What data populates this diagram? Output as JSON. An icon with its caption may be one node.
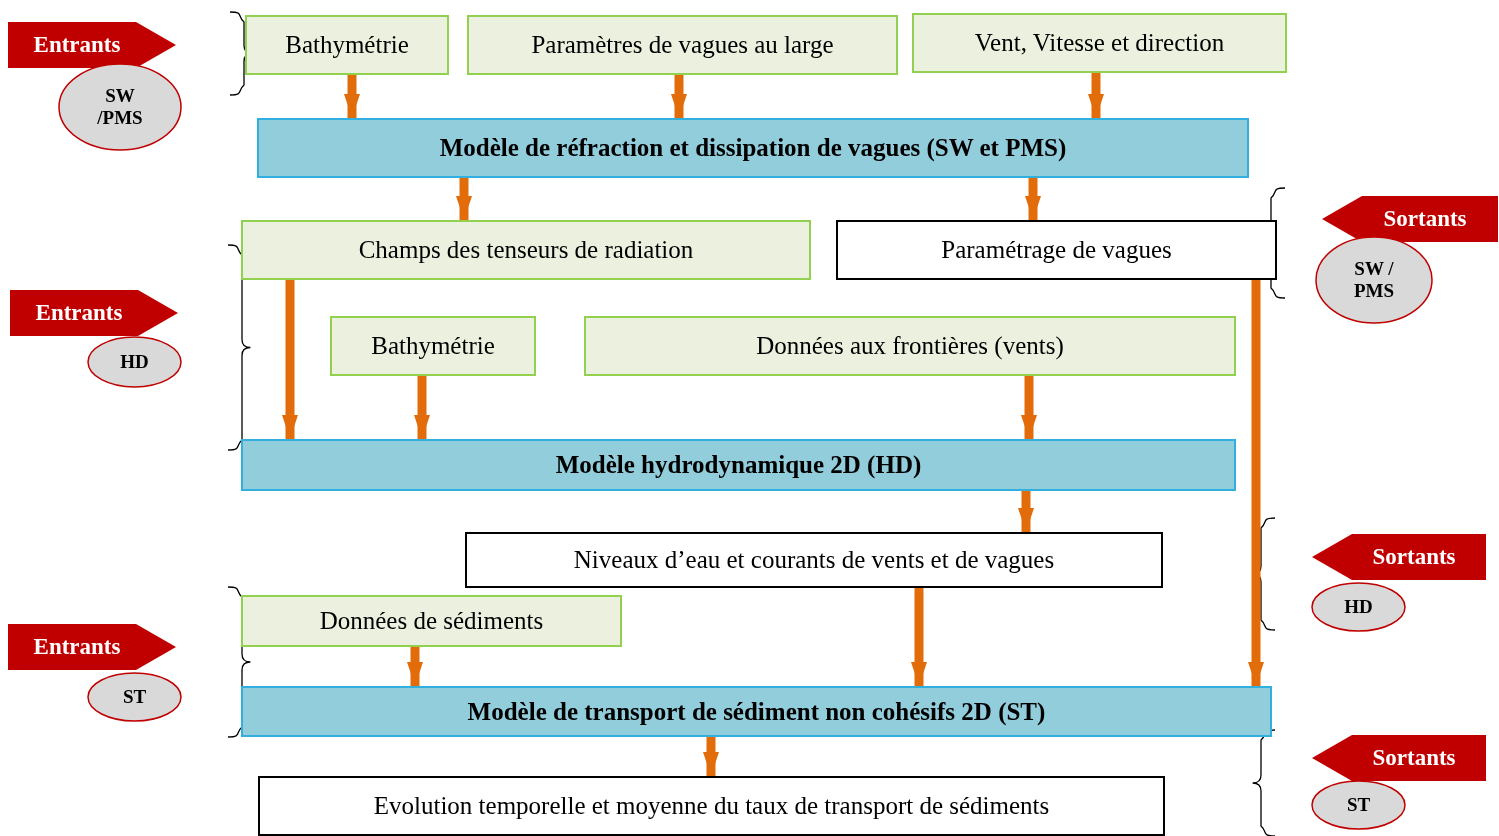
{
  "diagram": {
    "nodes": [
      {
        "text": [
          "Entrants"
        ]
      },
      {
        "text": [
          "SW /PMS"
        ]
      },
      {
        "text": [
          "Bathymétrie"
        ]
      },
      {
        "text": [
          "Paramètres de vagues au large"
        ]
      },
      {
        "text": [
          "Vent, Vitesse et direction"
        ]
      },
      {
        "text": [
          "Modèle de réfraction et dissipation de vagues (SW et PMS)"
        ]
      },
      {
        "text": [
          "Champs des tenseurs de radiation"
        ]
      },
      {
        "text": [
          "Paramétrage de vagues"
        ]
      },
      {
        "text": [
          "Sortants"
        ]
      },
      {
        "text": [
          "SW / PMS"
        ]
      },
      {
        "text": [
          "Entrants"
        ]
      },
      {
        "text": [
          "HD"
        ]
      },
      {
        "text": [
          "Bathymétrie"
        ]
      },
      {
        "text": [
          "Données aux frontières (vents)"
        ]
      },
      {
        "text": [
          "Modèle hydrodynamique 2D (HD)"
        ]
      },
      {
        "text": [
          "Niveaux d’eau et courants de vents et de vagues"
        ]
      },
      {
        "text": [
          "Sortants"
        ]
      },
      {
        "text": [
          "HD"
        ]
      },
      {
        "text": [
          "Entrants"
        ]
      },
      {
        "text": [
          "ST"
        ]
      },
      {
        "text": [
          "Données de sédiments"
        ]
      },
      {
        "text": [
          "Modèle de transport de sédiment non cohésifs 2D (ST)"
        ]
      },
      {
        "text": [
          "Sortants"
        ]
      },
      {
        "text": [
          "ST"
        ]
      },
      {
        "text": [
          "Evolution temporelle et moyenne du taux de transport de sédiments"
        ]
      }
    ],
    "edges": [
      {
        "from": 2,
        "to": 5,
        "arrow": "to"
      },
      {
        "from": 3,
        "to": 5,
        "arrow": "to"
      },
      {
        "from": 4,
        "to": 5,
        "arrow": "to"
      },
      {
        "from": 5,
        "to": 6,
        "arrow": "to"
      },
      {
        "from": 5,
        "to": 7,
        "arrow": "to"
      },
      {
        "from": 6,
        "to": 14,
        "arrow": "to"
      },
      {
        "from": 12,
        "to": 14,
        "arrow": "to"
      },
      {
        "from": 13,
        "to": 14,
        "arrow": "to"
      },
      {
        "from": 7,
        "to": 21,
        "arrow": "to"
      },
      {
        "from": 14,
        "to": 15,
        "arrow": "to"
      },
      {
        "from": 15,
        "to": 21,
        "arrow": "to"
      },
      {
        "from": 20,
        "to": 21,
        "arrow": "to"
      },
      {
        "from": 21,
        "to": 24,
        "arrow": "to"
      }
    ]
  }
}
